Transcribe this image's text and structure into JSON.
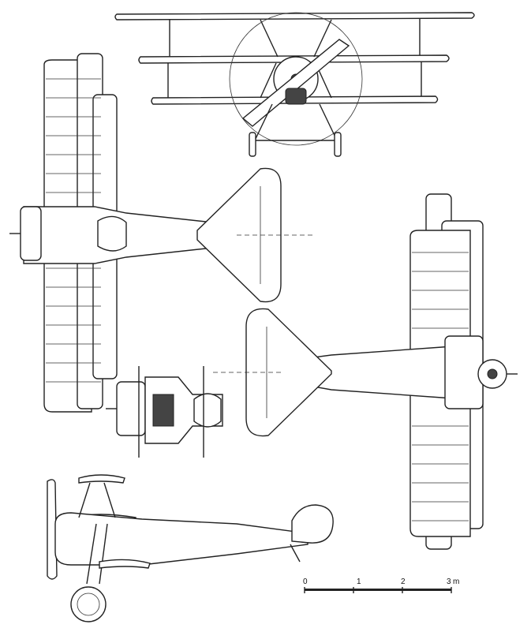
{
  "scale_bar": {
    "ticks": [
      "0",
      "1",
      "2",
      "3"
    ],
    "unit": "m"
  }
}
